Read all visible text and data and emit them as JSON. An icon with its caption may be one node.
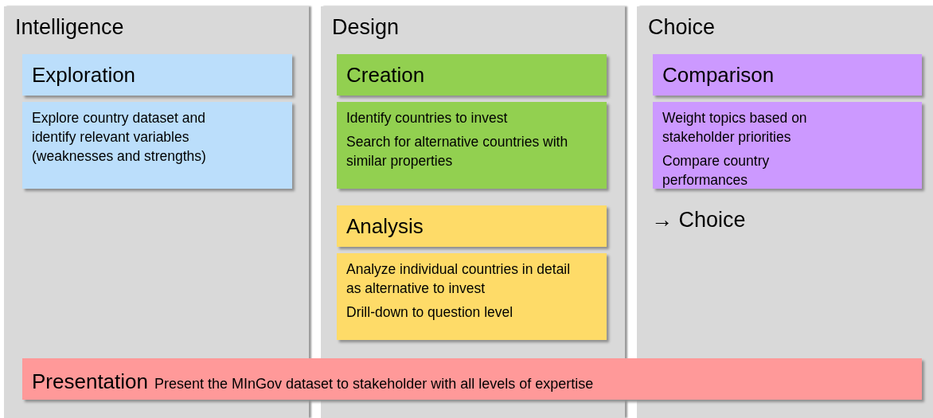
{
  "diagram": {
    "nodes": [
      {
        "text": [
          "Intelligence"
        ]
      },
      {
        "text": [
          "Exploration"
        ],
        "in": 0
      },
      {
        "text": [
          "Explore country dataset and identify relevant variables (weaknesses and strengths)"
        ],
        "in": 0
      },
      {
        "text": [
          "Design"
        ]
      },
      {
        "text": [
          "Creation"
        ],
        "in": 3
      },
      {
        "text": [
          "Identify countries to invest",
          "Search for alternative countries with similar properties"
        ],
        "in": 3
      },
      {
        "text": [
          "Analysis"
        ],
        "in": 3
      },
      {
        "text": [
          "Analyze individual countries in detail as alternative to invest",
          "Drill-down to question level"
        ],
        "in": 3
      },
      {
        "text": [
          "Choice"
        ]
      },
      {
        "text": [
          "Comparison"
        ],
        "in": 8
      },
      {
        "text": [
          "Weight topics based on stakeholder priorities",
          "Compare country performances"
        ],
        "in": 8
      },
      {
        "text": [
          "Presentation",
          "Present the MInGov dataset to stakeholder with all levels of expertise"
        ]
      }
    ],
    "labels": [
      "→ Choice"
    ]
  }
}
